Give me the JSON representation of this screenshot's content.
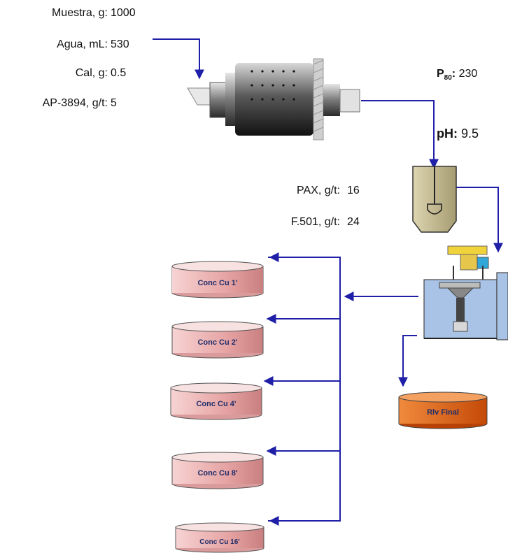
{
  "inputs": [
    {
      "label": "Muestra, g:",
      "value": "1000"
    },
    {
      "label": "Agua, mL:",
      "value": "530"
    },
    {
      "label": "Cal, g:",
      "value": "0.5"
    },
    {
      "label": "AP-3894, g/t:",
      "value": "5"
    }
  ],
  "p80": {
    "label_main": "P",
    "label_sub": "80",
    "label_colon": ":",
    "value": "230"
  },
  "ph": {
    "label": "pH:",
    "value": "9.5"
  },
  "reagents": [
    {
      "label": "PAX, g/t:",
      "value": "16"
    },
    {
      "label": "F.501, g/t:",
      "value": "24"
    }
  ],
  "concentrates": [
    "Conc Cu 1'",
    "Conc Cu 2'",
    "Conc Cu 4'",
    "Conc Cu 8'",
    "Conc Cu 16'"
  ],
  "tailings": "Rlv Final",
  "colors": {
    "flow_line": "#1f1fa8",
    "conc_fill": "#f0b6b6",
    "tailings_fill": "#e8661a",
    "mill_body": "#444444",
    "conditioner": "#c9c09a",
    "cell": "#a9c3e6"
  }
}
